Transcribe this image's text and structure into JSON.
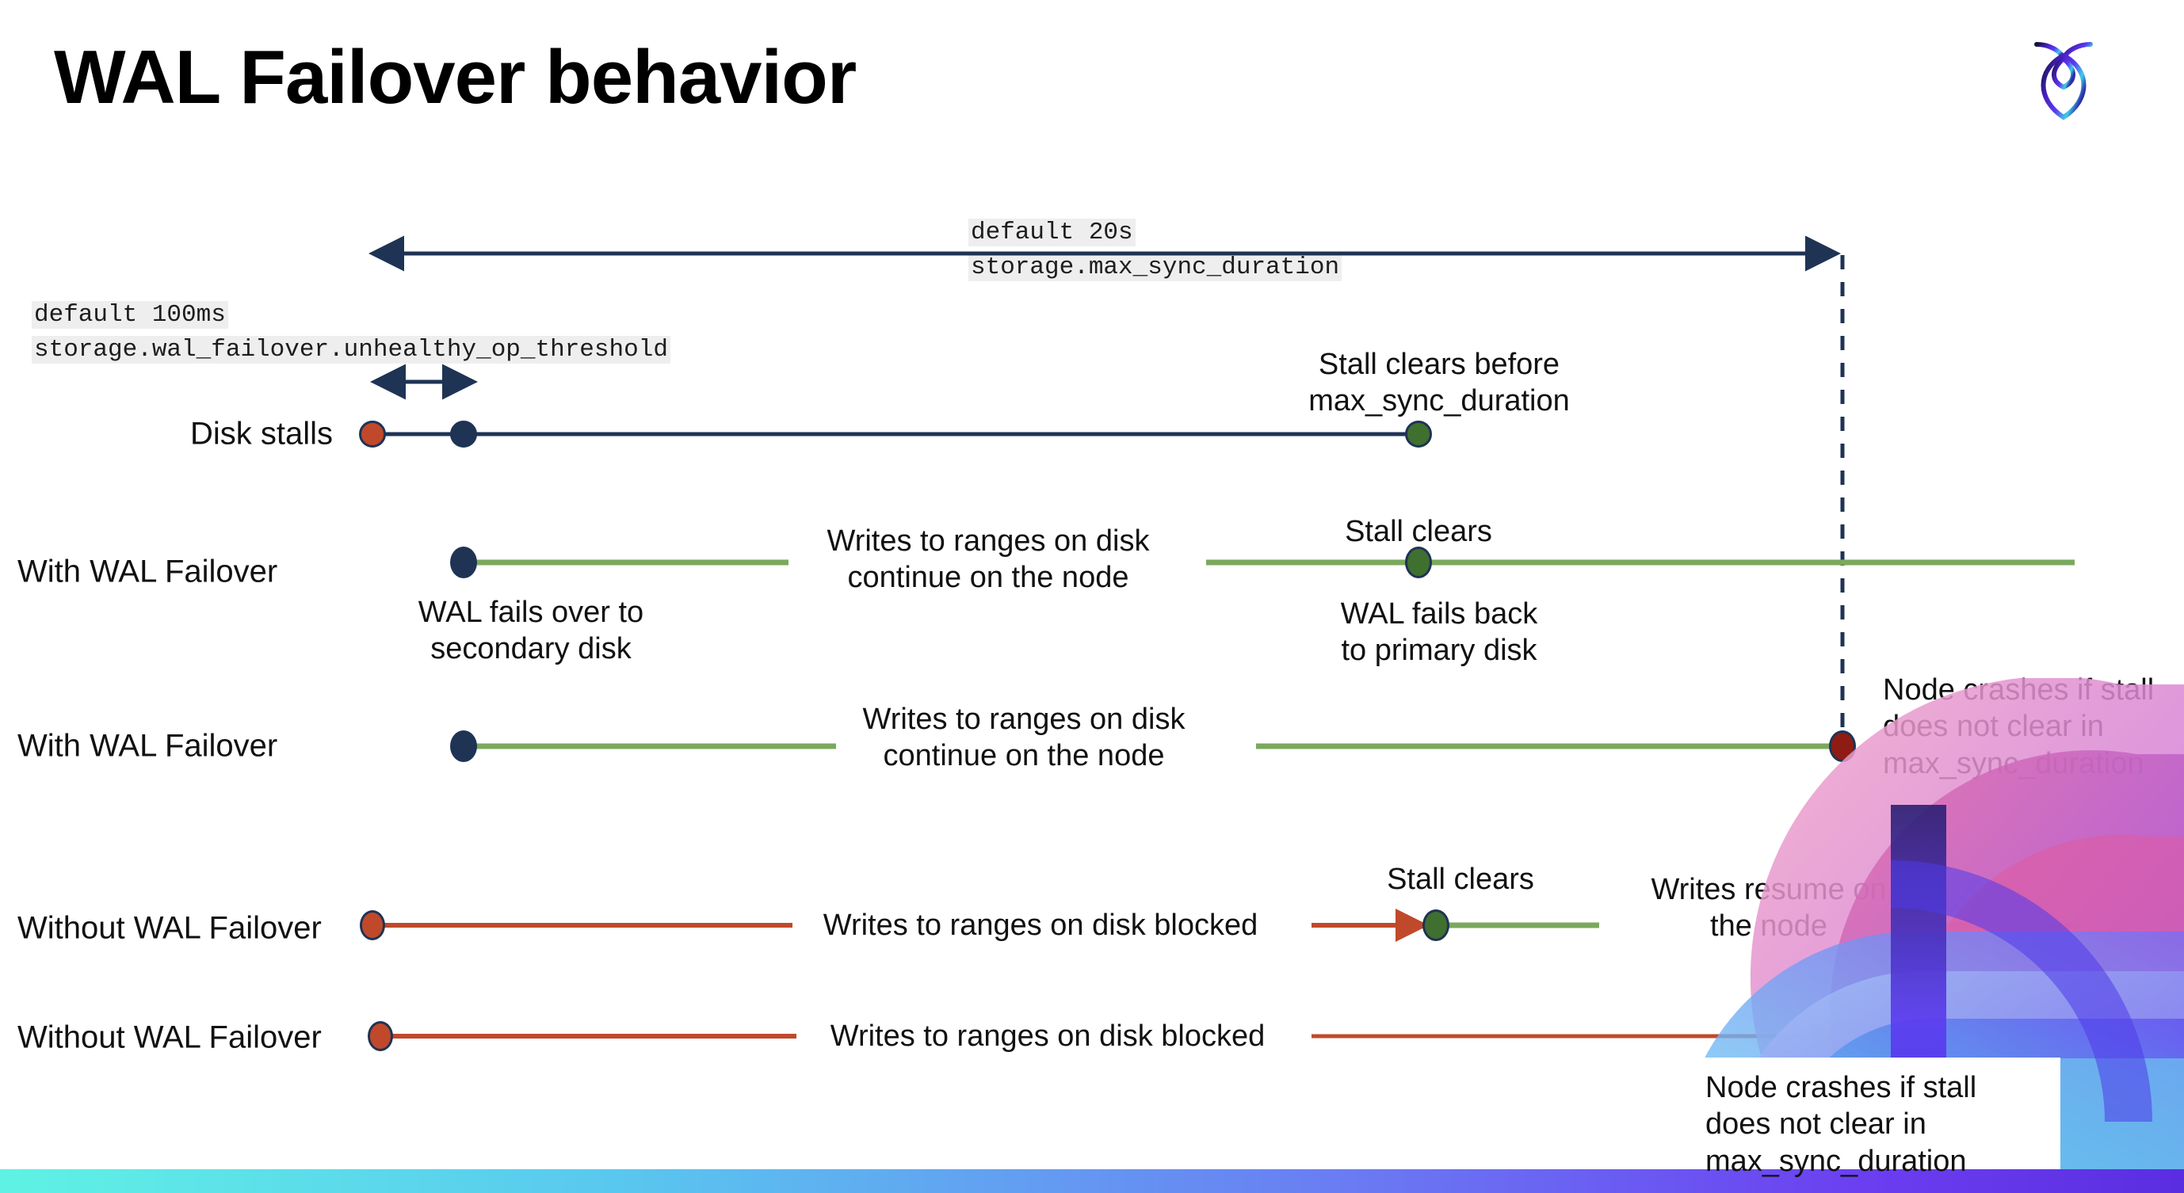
{
  "slide": {
    "title": "WAL Failover behavior",
    "logo_name": "cockroach-labs-logo"
  },
  "settings": {
    "max_sync": {
      "default_line": "default 20s",
      "setting_line": "storage.max_sync_duration"
    },
    "unhealthy_op": {
      "default_line": "default 100ms",
      "setting_line": "storage.wal_failover.unhealthy_op_threshold"
    }
  },
  "rows": [
    {
      "label": "Disk stalls",
      "annotations": [
        {
          "text": "Stall clears before\nmax_sync_duration"
        }
      ]
    },
    {
      "label": "With WAL Failover",
      "annotations": [
        {
          "text": "Writes to ranges on disk\ncontinue on the node"
        },
        {
          "text": "Stall clears"
        },
        {
          "text": "WAL fails over to\nsecondary disk"
        },
        {
          "text": "WAL fails  back\nto primary disk"
        }
      ]
    },
    {
      "label": "With WAL Failover",
      "annotations": [
        {
          "text": "Writes to ranges on disk\ncontinue on the node"
        },
        {
          "text": "Node crashes if stall\ndoes not clear in\nmax_sync_duration"
        }
      ]
    },
    {
      "label": "Without WAL Failover",
      "annotations": [
        {
          "text": "Writes to ranges on disk  blocked"
        },
        {
          "text": "Stall clears"
        },
        {
          "text": "Writes resume on\nthe node"
        }
      ]
    },
    {
      "label": "Without WAL Failover",
      "annotations": [
        {
          "text": "Writes to ranges on disk  blocked"
        },
        {
          "text": "Node crashes if stall\ndoes not clear in\nmax_sync_duration"
        }
      ]
    }
  ],
  "colors": {
    "navy": "#1f3354",
    "green_line": "#7aa95c",
    "green_dot": "#3f7030",
    "orange": "#c0492b",
    "dark_red": "#8e1c14",
    "code_chip_bg": "#eeeeee"
  },
  "legend_meaning": {
    "navy_dot": "stall-detected-marker",
    "red_dot": "stall-start-marker",
    "green_dot": "stall-cleared-marker",
    "dark_red_dot": "node-crash-marker"
  }
}
